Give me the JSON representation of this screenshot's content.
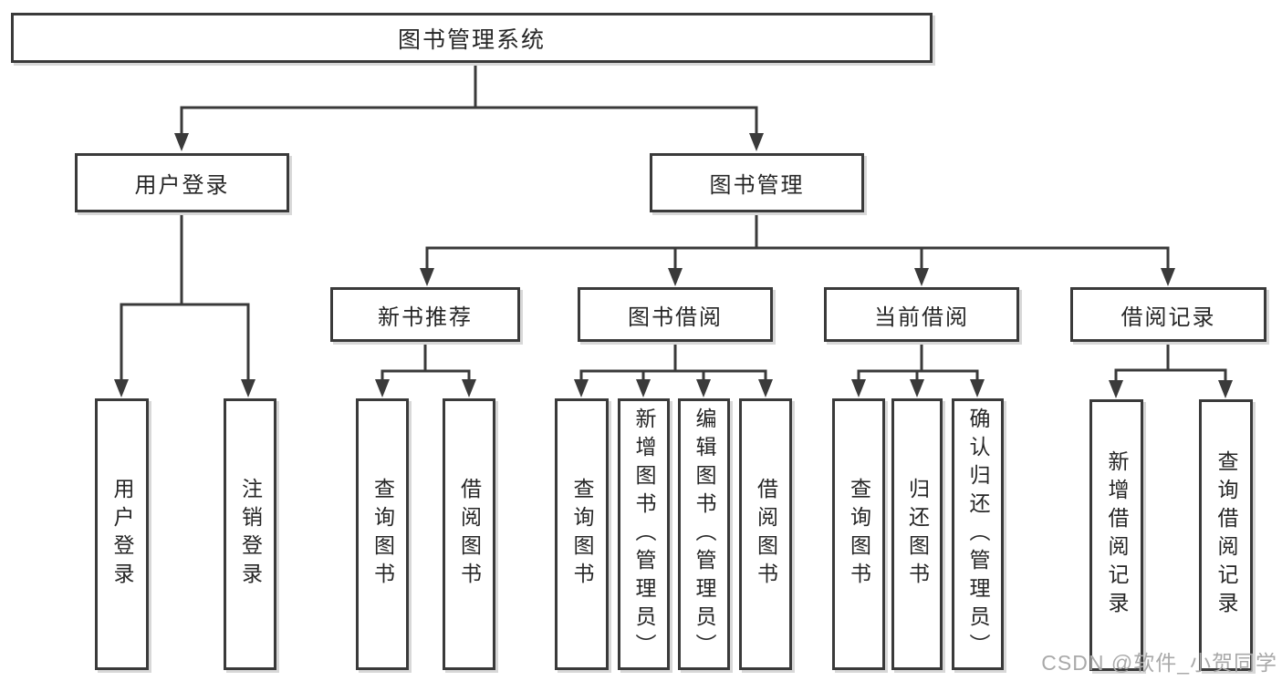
{
  "nodes": {
    "root": "图书管理系统",
    "user_login": "用户登录",
    "book_management": "图书管理",
    "new_book_recommend": "新书推荐",
    "book_borrow": "图书借阅",
    "current_borrow": "当前借阅",
    "borrow_records": "借阅记录"
  },
  "leaves": {
    "user_login": [
      "用户登录",
      "注销登录"
    ],
    "new_book_recommend": [
      "查询图书",
      "借阅图书"
    ],
    "book_borrow": [
      "查询图书",
      "新增图书（管理员）",
      "编辑图书（管理员）",
      "借阅图书"
    ],
    "current_borrow": [
      "查询图书",
      "归还图书",
      "确认归还（管理员）"
    ],
    "borrow_records": [
      "新增借阅记录",
      "查询借阅记录"
    ]
  },
  "watermark": "CSDN @软件_小贺同学",
  "colors": {
    "line": "#3a3a3a",
    "text": "#262626",
    "watermark": "#a9a9a9",
    "background": "#ffffff",
    "shadow": "#d8d8d8"
  }
}
